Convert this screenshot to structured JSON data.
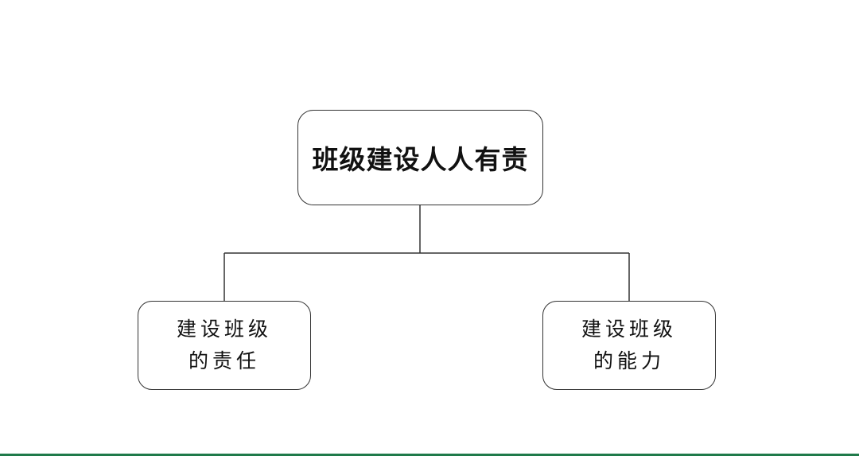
{
  "root": {
    "label": "班级建设人人有责"
  },
  "children": [
    {
      "line1": "建设班级",
      "line2": "的责任"
    },
    {
      "line1": "建设班级",
      "line2": "的能力"
    }
  ],
  "colors": {
    "line": "#333333",
    "bottom_bar": "#1f7a4a"
  }
}
